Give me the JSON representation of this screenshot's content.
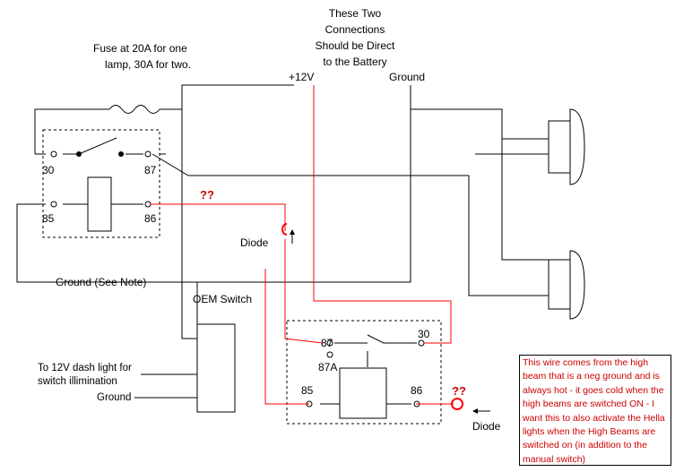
{
  "labels": {
    "battery_note": [
      "These Two",
      "Connections",
      "Should be Direct",
      "to the Battery"
    ],
    "fuse_note": [
      "Fuse at 20A for one",
      "lamp, 30A for two."
    ],
    "plus12v": "+12V",
    "ground_top": "Ground",
    "ground_note": "Ground (See Note)",
    "oem_switch": "OEM Switch",
    "dash_light": [
      "To 12V dash light for",
      "switch illimination"
    ],
    "ground_bottom": "Ground",
    "diode1": "Diode",
    "diode2": "Diode",
    "question1": "??",
    "question2": "??"
  },
  "relay1": {
    "pin30": "30",
    "pin87": "87",
    "pin85": "85",
    "pin86": "86"
  },
  "relay2": {
    "pin87": "87",
    "pin30": "30",
    "pin87a": "87A",
    "pin85": "85",
    "pin86": "86"
  },
  "note_text": "This wire comes from the high beam that is a neg ground and is always hot - it goes cold when the high beams are switched ON - I want this to also activate the Hella lights when the High Beams are switched on (in addition to the manual switch)",
  "colors": {
    "wire": "#000000",
    "added_wire": "#ff0000",
    "note_text": "#cc0000",
    "question": "#cc0000"
  }
}
